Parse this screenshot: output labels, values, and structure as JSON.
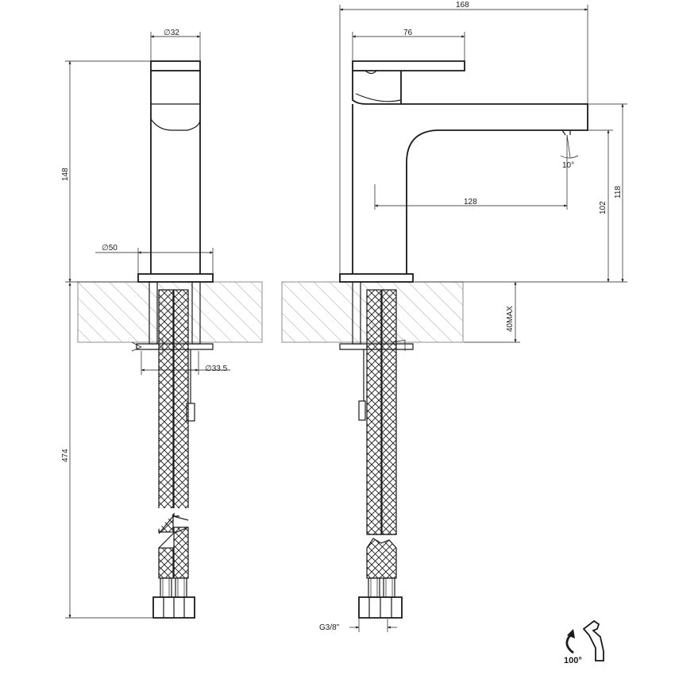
{
  "dimensions": {
    "dia_32": "∅32",
    "dia_50": "∅50",
    "dia_33_5": "∅33.5",
    "h_148": "148",
    "h_474": "474",
    "w_168": "168",
    "w_76": "76",
    "w_128": "128",
    "angle_10": "10°",
    "h_102": "102",
    "h_118": "118",
    "max_40": "40MAX",
    "thread": "G3/8\"",
    "rotation": "100°"
  },
  "colors": {
    "line": "#1a1a1a",
    "hatch": "#8c8c8c",
    "background": "#ffffff"
  },
  "icons": {
    "rotation": "curved-rotation-arrow-icon"
  }
}
